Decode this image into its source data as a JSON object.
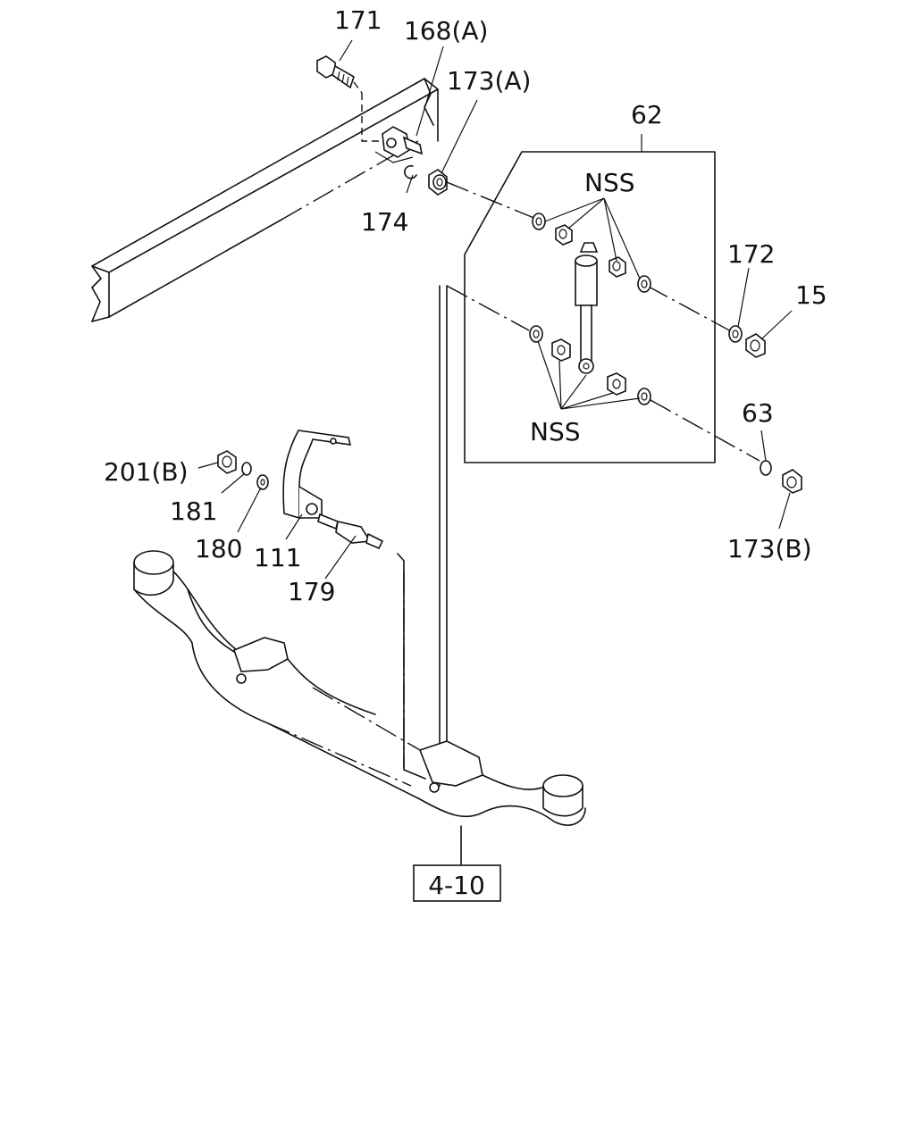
{
  "labels": {
    "p171": "171",
    "p168a": "168(A)",
    "p173a": "173(A)",
    "p62": "62",
    "p174": "174",
    "nss_top": "NSS",
    "p172": "172",
    "p15": "15",
    "nss_bottom": "NSS",
    "p63": "63",
    "p201b": "201(B)",
    "p181": "181",
    "p180": "180",
    "p111": "111",
    "p179": "179",
    "p173b": "173(B)"
  },
  "reference_box": "4-10"
}
